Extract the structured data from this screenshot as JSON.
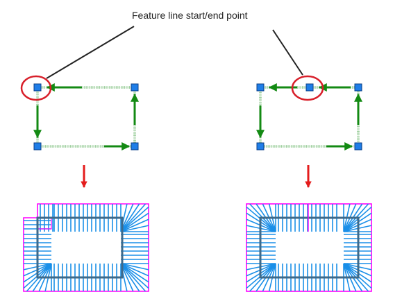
{
  "callout": {
    "label": "Feature line start/end point"
  },
  "colors": {
    "background": "#ffffff",
    "node_fill": "#1f7ee8",
    "node_stroke": "#0b3f85",
    "feature_line": "#55aa55",
    "direction_arrow": "#138a13",
    "highlight_ellipse": "#d81f2a",
    "transition_arrow": "#e41c1c",
    "grading_outline": "#ff00ff",
    "grading_lines": "#1a8fe8",
    "grading_footprint": "#3e6a8a",
    "leader_line": "#222222"
  },
  "panels": [
    {
      "name": "corner-start-example",
      "start_point_position": "top-left corner"
    },
    {
      "name": "midpoint-start-example",
      "start_point_position": "top edge midpoint"
    }
  ]
}
